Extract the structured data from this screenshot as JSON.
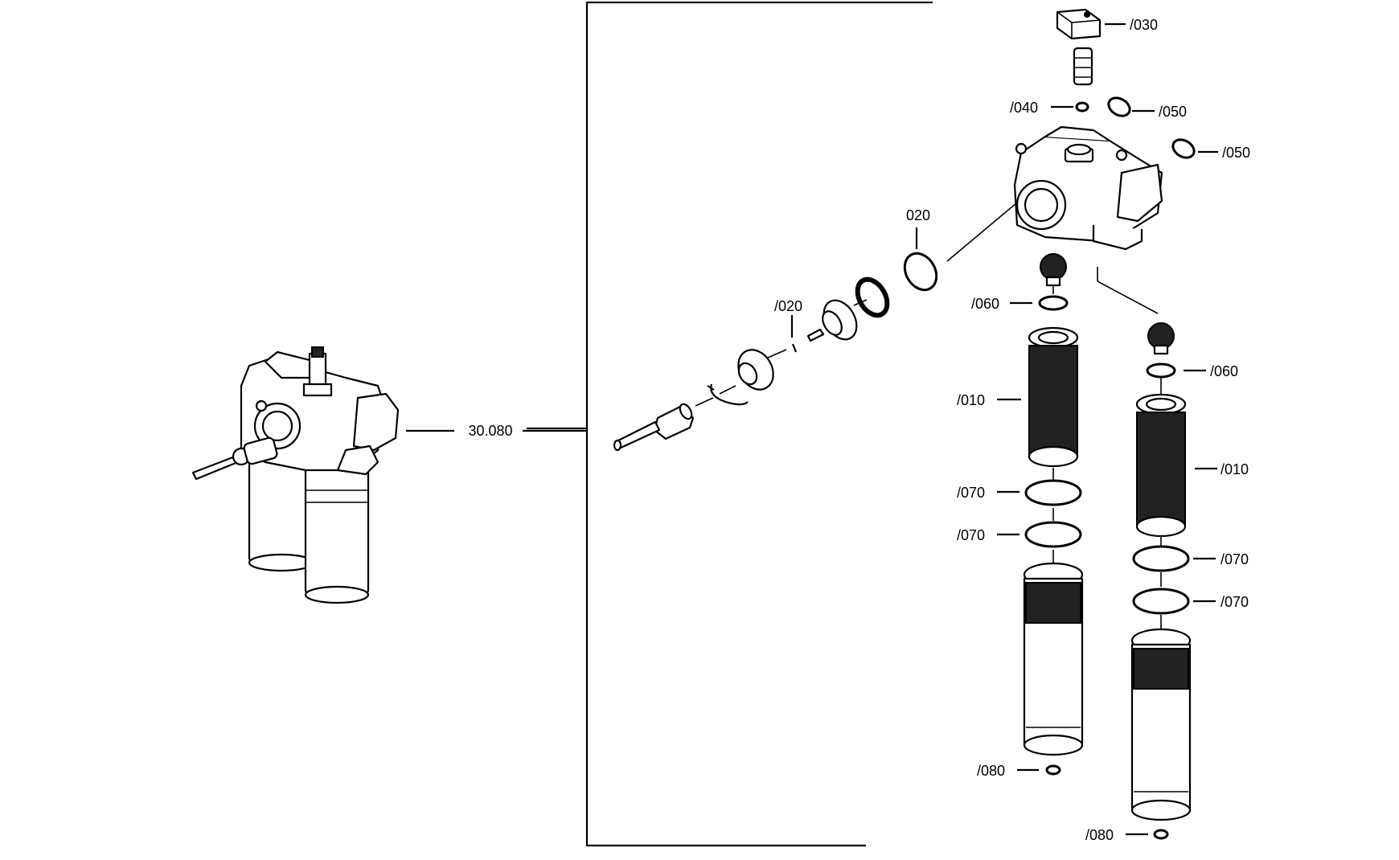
{
  "diagram": {
    "assembly_label": "30.080",
    "labels": {
      "p030": "/030",
      "p040": "/040",
      "p050a": "/050",
      "p050b": "/050",
      "p020_top": "020",
      "p020": "/020",
      "p060_left": "/060",
      "p060_right": "/060",
      "p010_left": "/010",
      "p010_right": "/010",
      "p070_left_1": "/070",
      "p070_left_2": "/070",
      "p070_right_1": "/070",
      "p070_right_2": "/070",
      "p080_left": "/080",
      "p080_right": "/080"
    }
  }
}
